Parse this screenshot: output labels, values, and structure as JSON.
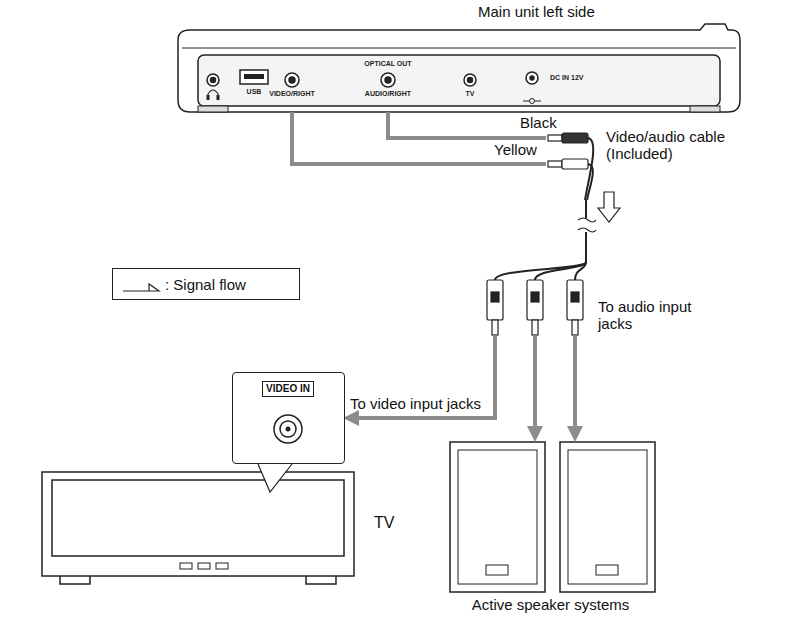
{
  "diagram": {
    "nodes": [
      {
        "text": [
          "Main unit left side"
        ]
      },
      {
        "text": [
          "VIDEO IN"
        ]
      },
      {
        "text": [
          "TV"
        ]
      },
      {
        "text": [
          "Active speaker systems"
        ]
      }
    ],
    "edges": [
      {
        "from": 0,
        "to": 1,
        "arrow": "to",
        "label": "To video input jacks"
      },
      {
        "from": 0,
        "to": 3,
        "arrow": "to",
        "label": "To audio input jacks"
      },
      {
        "from": 0,
        "to": 3,
        "arrow": "to"
      }
    ],
    "labels": [
      "USB",
      "VIDEO/RIGHT",
      "OPTICAL OUT",
      "AUDIO/RIGHT",
      "TV",
      "DC IN 12V",
      "Black",
      "Yellow",
      "Video/audio cable (Included)"
    ],
    "legend": [
      {
        "text": ": Signal flow"
      }
    ]
  }
}
